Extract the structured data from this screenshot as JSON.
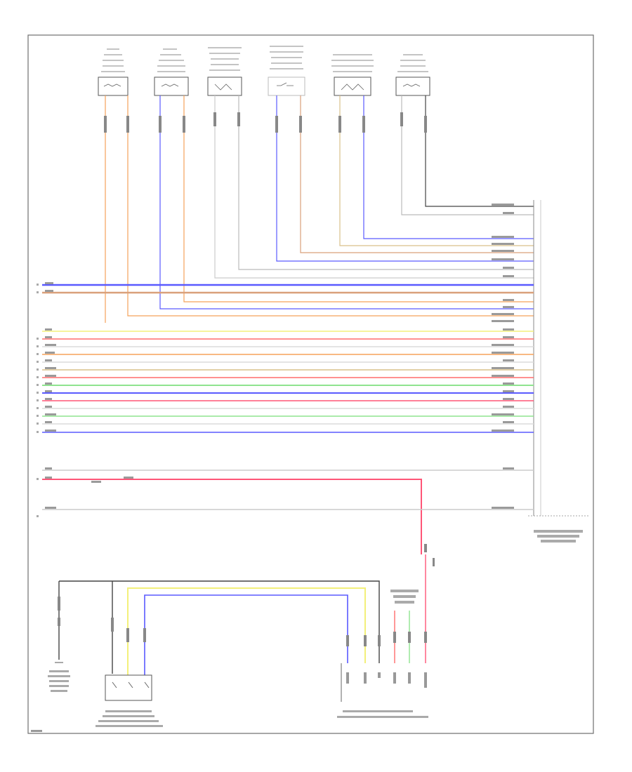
{
  "diagram": {
    "corner_label": "",
    "colors": {
      "orange": "#f5a25a",
      "blue": "#5a5aff",
      "gray": "#9a9a9a",
      "dark": "#444444",
      "yellow": "#f3f07a",
      "red": "#ff6b6b",
      "pink": "#ff5577",
      "green": "#8fe38f",
      "tan": "#d9c08a",
      "white_wire": "#dcdcdc",
      "violet": "#b07adf"
    },
    "switches": [
      {
        "id": "sw1",
        "color_a": "orange",
        "color_b": "orange"
      },
      {
        "id": "sw2",
        "color_a": "blue",
        "color_b": "orange"
      },
      {
        "id": "sw3",
        "color_a": "gray",
        "color_b": "gray"
      },
      {
        "id": "sw4",
        "color_a": "blue",
        "color_b": "tan"
      },
      {
        "id": "sw5",
        "color_a": "tan",
        "color_b": "blue"
      },
      {
        "id": "sw6",
        "color_a": "gray",
        "color_b": "dark"
      }
    ],
    "bus_wires": [
      {
        "color": "blue"
      },
      {
        "color": "tan"
      },
      {
        "color": "yellow"
      },
      {
        "color": "red"
      },
      {
        "color": "white_wire"
      },
      {
        "color": "orange"
      },
      {
        "color": "white_wire"
      },
      {
        "color": "tan"
      },
      {
        "color": "red"
      },
      {
        "color": "green"
      },
      {
        "color": "blue"
      },
      {
        "color": "pink"
      },
      {
        "color": "white_wire"
      },
      {
        "color": "green"
      },
      {
        "color": "white_wire"
      },
      {
        "color": "blue"
      }
    ],
    "lower_components": [
      {
        "id": "ground",
        "kind": "ground"
      },
      {
        "id": "belt-switch",
        "kind": "switch"
      },
      {
        "id": "seat-module",
        "kind": "connector"
      }
    ]
  }
}
